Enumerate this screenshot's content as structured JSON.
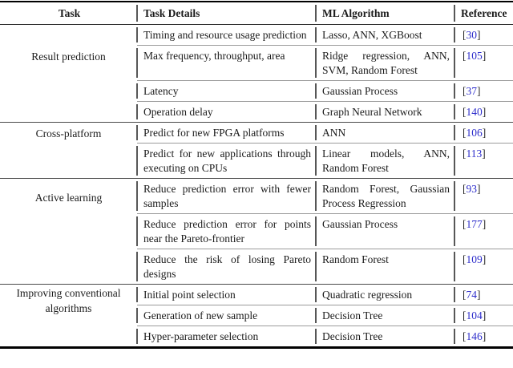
{
  "table": {
    "headers": [
      "Task",
      "Task Details",
      "ML Algorithm",
      "Reference"
    ],
    "citation_brackets": [
      "[",
      "]"
    ],
    "colors": {
      "citation_number": "#2d2dcb",
      "rule_heavy": "#000000",
      "rule_group": "#4a4a4a",
      "rule_inner": "#9b9b9b",
      "text": "#1b1b1b"
    },
    "groups": [
      {
        "task": "Result prediction",
        "rows": [
          {
            "details": "Timing and resource usage prediction",
            "algorithm": "Lasso, ANN, XGBoost",
            "ref": "30"
          },
          {
            "details": "Max frequency, throughput, area",
            "algorithm": "Ridge regression, ANN, SVM, Random Forest",
            "ref": "105"
          },
          {
            "details": "Latency",
            "algorithm": "Gaussian Process",
            "ref": "37"
          },
          {
            "details": "Operation delay",
            "algorithm": "Graph Neural Network",
            "ref": "140"
          }
        ]
      },
      {
        "task": "Cross-platform",
        "rows": [
          {
            "details": "Predict for new FPGA platforms",
            "algorithm": "ANN",
            "ref": "106"
          },
          {
            "details": "Predict for new applications through executing on CPUs",
            "algorithm": "Linear models, ANN, Random Forest",
            "ref": "113"
          }
        ]
      },
      {
        "task": "Active learning",
        "rows": [
          {
            "details": "Reduce prediction error with fewer samples",
            "algorithm": "Random Forest, Gaussian Process Regression",
            "ref": "93"
          },
          {
            "details": "Reduce prediction error for points near the Pareto-frontier",
            "algorithm": "Gaussian Process",
            "ref": "177"
          },
          {
            "details": "Reduce the risk of losing Pareto designs",
            "algorithm": "Random Forest",
            "ref": "109"
          }
        ]
      },
      {
        "task": "Improving conventional algorithms",
        "rows": [
          {
            "details": "Initial point selection",
            "algorithm": "Quadratic regression",
            "ref": "74"
          },
          {
            "details": "Generation of new sample",
            "algorithm": "Decision Tree",
            "ref": "104"
          },
          {
            "details": "Hyper-parameter selection",
            "algorithm": "Decision Tree",
            "ref": "146"
          }
        ]
      }
    ]
  }
}
